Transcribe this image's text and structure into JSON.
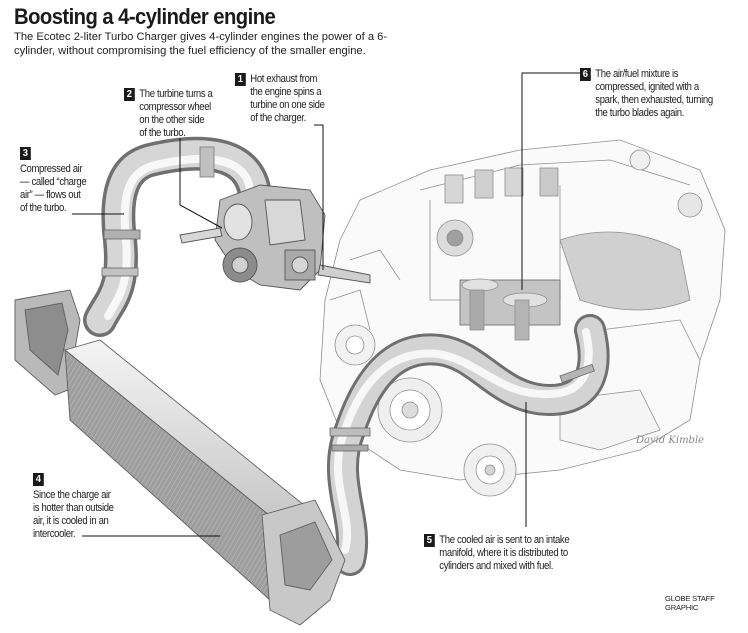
{
  "header": {
    "title": "Boosting a 4-cylinder engine",
    "subtitle": "The Ecotec 2-liter Turbo Charger gives 4-cylinder engines the power of a 6-cylinder, without compromising the fuel efficiency of the smaller engine."
  },
  "callouts": [
    {
      "number": "1",
      "lines": [
        "Hot exhaust from",
        "the engine spins a",
        "turbine on one side",
        "of the charger."
      ]
    },
    {
      "number": "2",
      "lines": [
        "The turbine turns a",
        "compressor wheel",
        "on the other side",
        "of the turbo."
      ]
    },
    {
      "number": "3",
      "lines": [
        "Compressed air",
        "— called “charge",
        "air” — flows out",
        "of the turbo."
      ]
    },
    {
      "number": "4",
      "lines": [
        "Since the charge air",
        "is hotter than outside",
        "air, it is cooled in an",
        "intercooler."
      ]
    },
    {
      "number": "5",
      "lines": [
        "The cooled air is sent to an intake",
        "manifold, where it is distributed to",
        "cylinders and mixed with fuel."
      ]
    },
    {
      "number": "6",
      "lines": [
        "The air/fuel mixture is",
        "compressed, ignited with a",
        "spark, then exhausted, turning",
        "the turbo blades again."
      ]
    }
  ],
  "illustration": {
    "components": [
      "turbocharger",
      "charge-air-pipe",
      "intercooler",
      "intake-pipe",
      "engine-block"
    ],
    "signature": "David Kimble"
  },
  "footer": {
    "credit": "GLOBE STAFF GRAPHIC"
  },
  "colors": {
    "text": "#1a1a1a",
    "badge": "#1a1a1a",
    "pipe_light": "#e8e8e8",
    "pipe_dark": "#8a8a8a",
    "line_art": "#9a9a9a"
  }
}
